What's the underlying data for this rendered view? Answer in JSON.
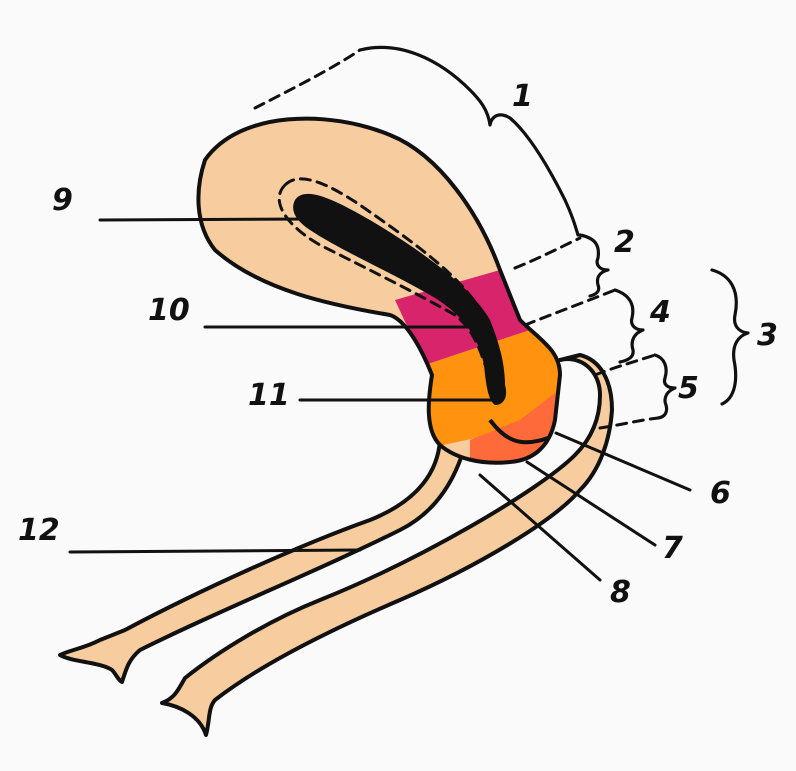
{
  "colors": {
    "background": "#fafafa",
    "peach": "#f7cda0",
    "magenta": "#d8246a",
    "orange": "#ff9310",
    "red_orange": "#ff6a3a",
    "cavity": "#111111"
  },
  "labels": {
    "l1": "1",
    "l2": "2",
    "l3": "3",
    "l4": "4",
    "l5": "5",
    "l6": "6",
    "l7": "7",
    "l8": "8",
    "l9": "9",
    "l10": "10",
    "l11": "11",
    "l12": "12"
  }
}
